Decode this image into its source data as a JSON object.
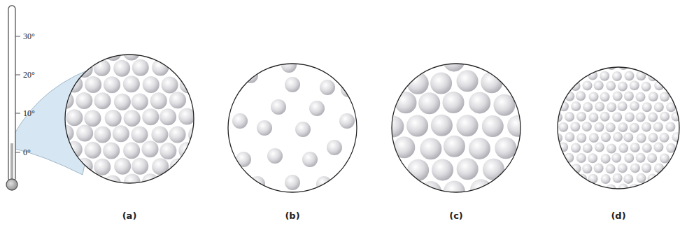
{
  "diagram": {
    "labels": [
      "30°",
      "20°",
      "10°",
      "0°",
      "(a)",
      "(b)",
      "(c)",
      "(d)"
    ]
  }
}
